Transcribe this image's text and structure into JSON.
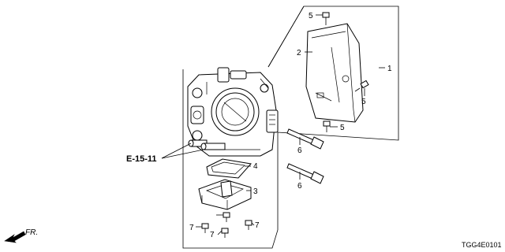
{
  "callouts": {
    "c1": "1",
    "c2": "2",
    "c3": "3",
    "c4": "4",
    "c5a": "5",
    "c5b": "5",
    "c5c": "5",
    "c6a": "6",
    "c6b": "6",
    "c7a": "7",
    "c7b": "7",
    "c7c": "7"
  },
  "reference": "E-15-11",
  "front_indicator": "FR.",
  "diagram_code": "TGG4E0101"
}
